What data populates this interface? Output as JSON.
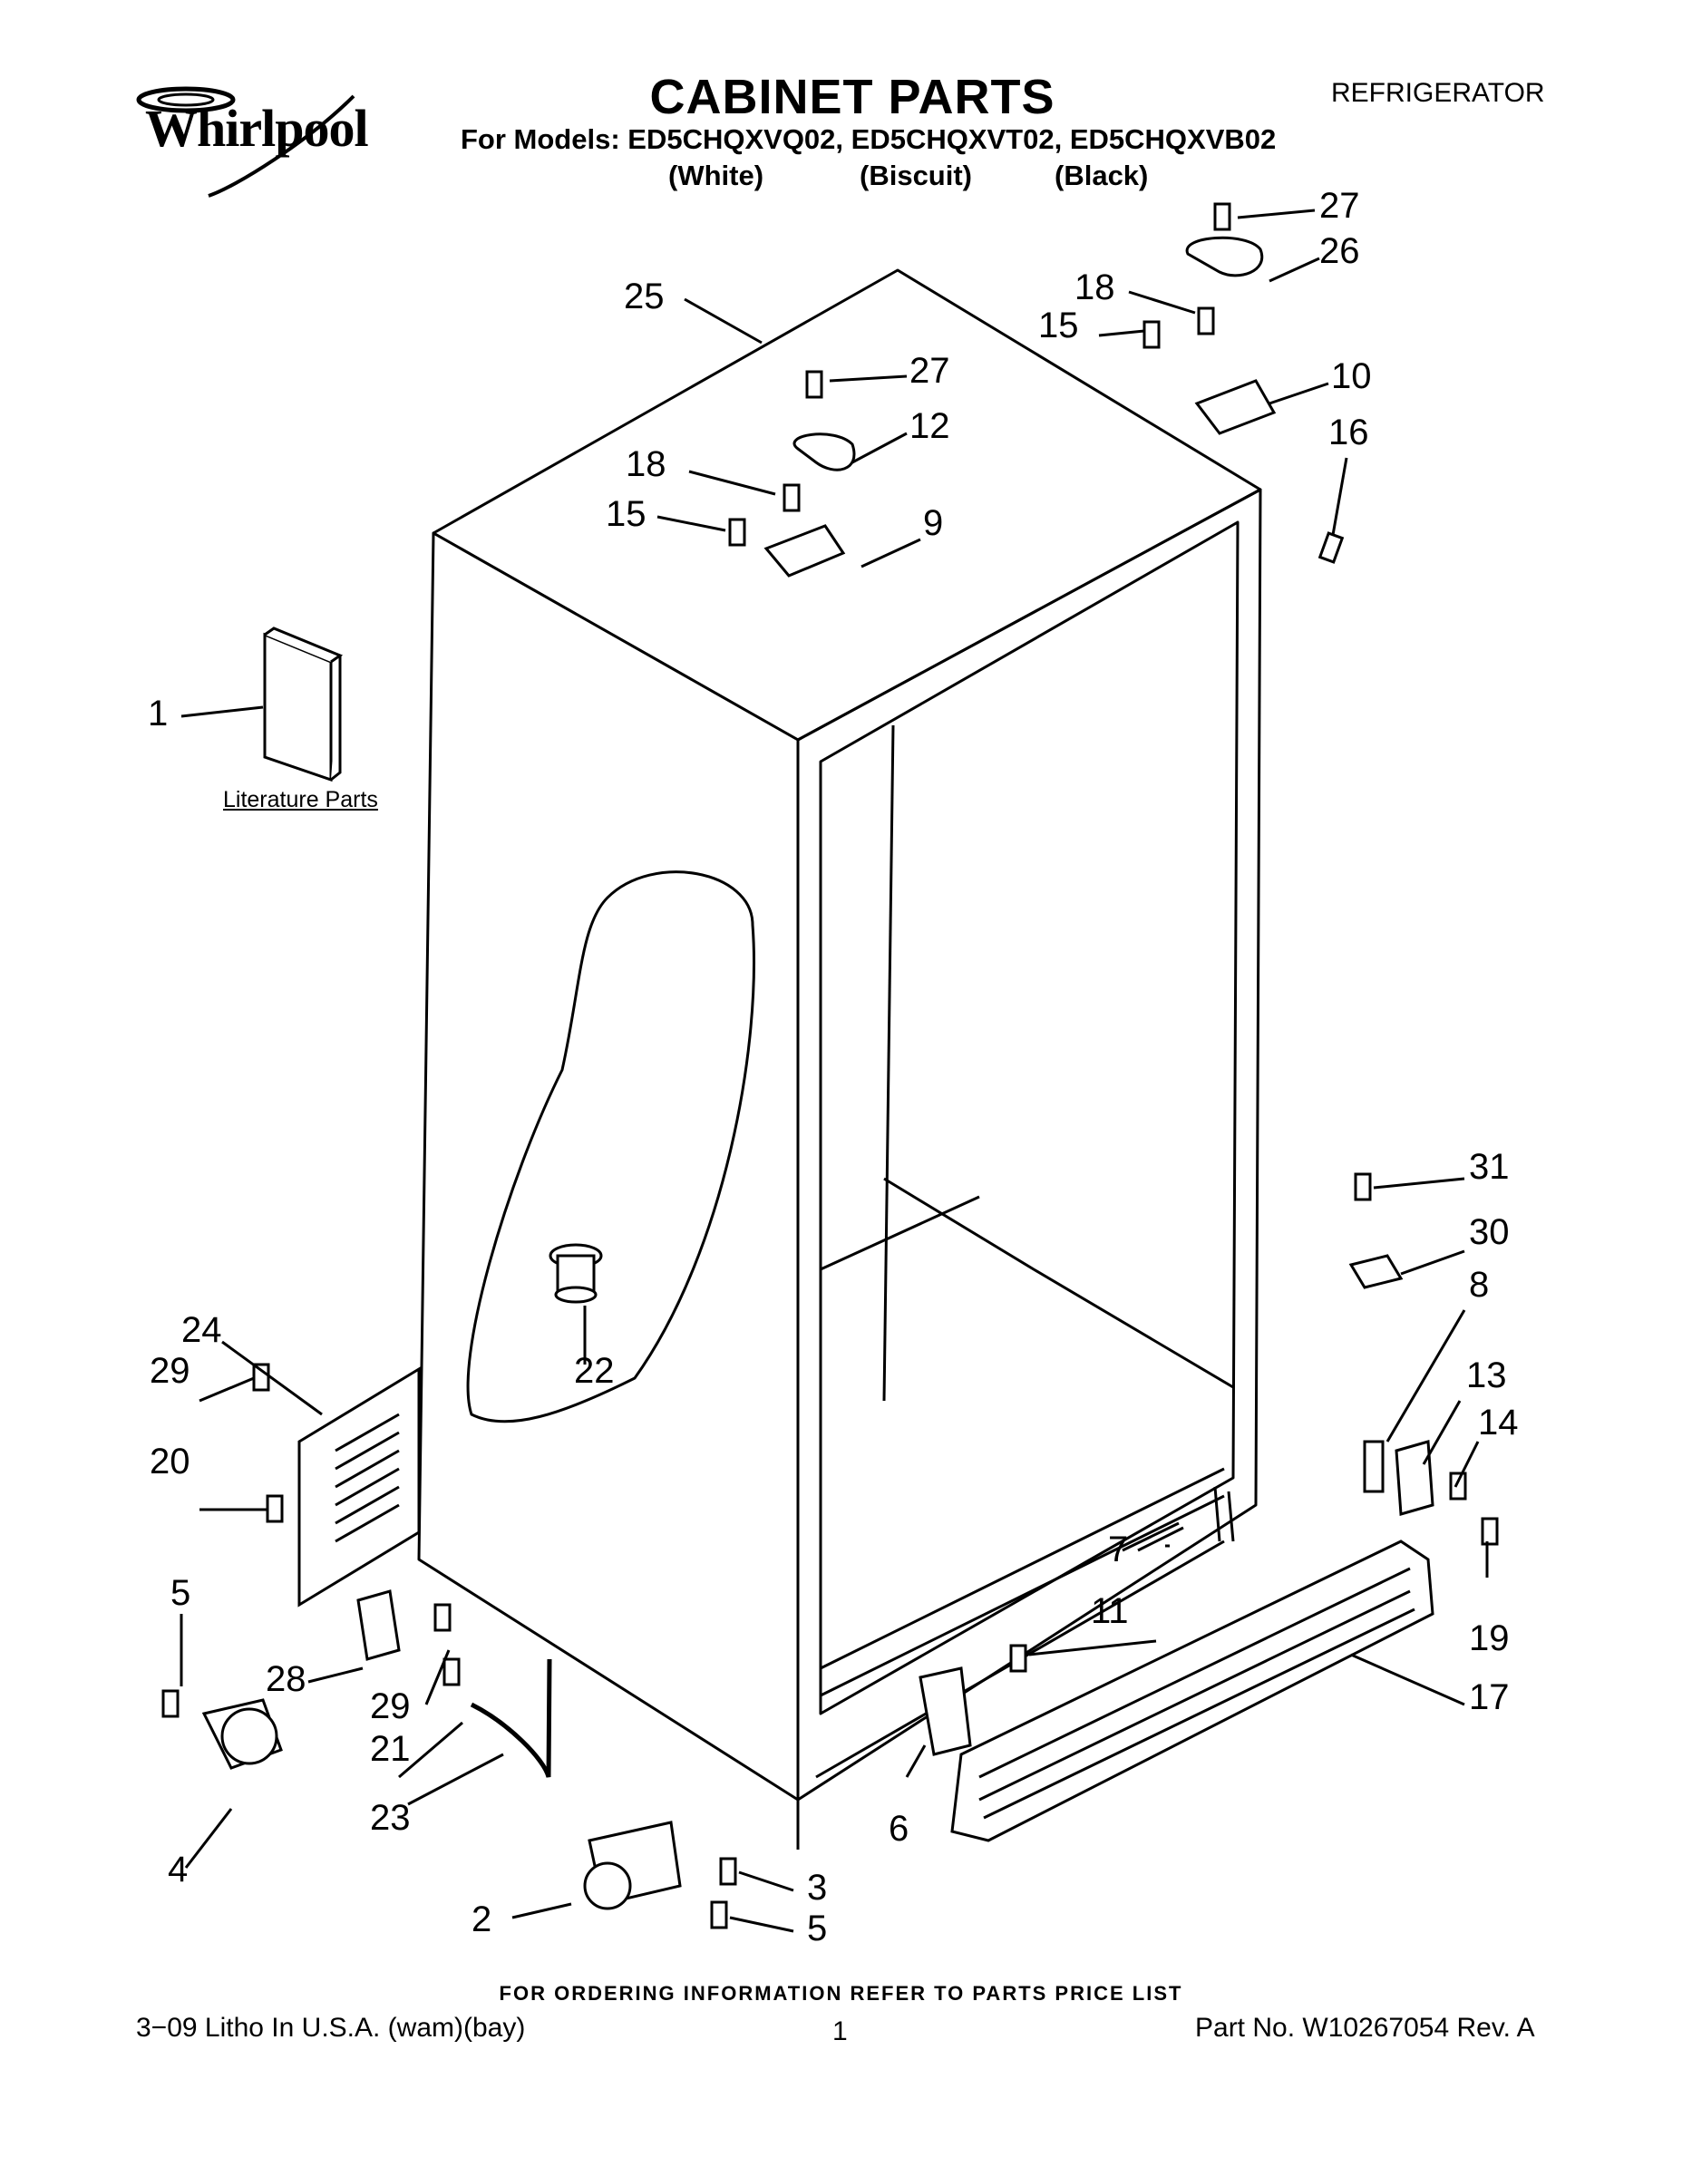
{
  "header": {
    "brand": "Whirlpool",
    "title": "CABINET PARTS",
    "category": "REFRIGERATOR",
    "models_line": "For Models: ED5CHQXVQ02, ED5CHQXVT02, ED5CHQXVB02",
    "colors": [
      "(White)",
      "(Biscuit)",
      "(Black)"
    ]
  },
  "diagram": {
    "literature_label": "Literature Parts",
    "callouts": [
      "1",
      "2",
      "3",
      "4",
      "5",
      "5",
      "6",
      "7",
      "8",
      "9",
      "10",
      "11",
      "12",
      "13",
      "14",
      "15",
      "15",
      "16",
      "17",
      "18",
      "18",
      "19",
      "20",
      "21",
      "22",
      "23",
      "24",
      "25",
      "26",
      "27",
      "27",
      "28",
      "29",
      "29",
      "30",
      "31"
    ]
  },
  "footer": {
    "ordering_note": "FOR ORDERING INFORMATION REFER TO PARTS PRICE LIST",
    "litho": "3−09 Litho In U.S.A. (wam)(bay)",
    "page": "1",
    "part_number": "Part No. W10267054 Rev. A"
  }
}
